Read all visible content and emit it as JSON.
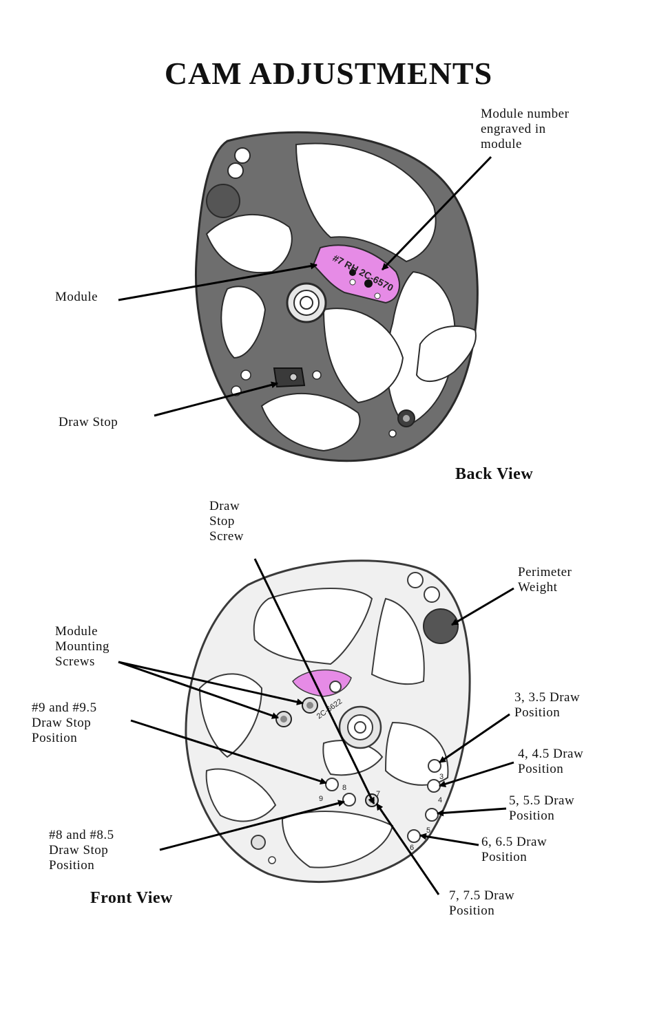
{
  "title": "CAM ADJUSTMENTS",
  "back_view": {
    "heading": "Back View",
    "module_engraving": "#7 RH 2C-6570",
    "labels": {
      "module_number": "Module number\nengraved in\nmodule",
      "module": "Module",
      "draw_stop": "Draw Stop"
    }
  },
  "front_view": {
    "heading": "Front View",
    "module_engraving": "2C-6622",
    "hole_numbers": [
      "3",
      "4",
      "5",
      "6",
      "7",
      "8",
      "9"
    ],
    "labels": {
      "draw_stop_screw": "Draw\nStop\nScrew",
      "perimeter_weight": "Perimeter\nWeight",
      "module_mounting_screws": "Module\nMounting\nScrews",
      "pos_9": "#9 and #9.5\nDraw Stop\nPosition",
      "pos_3": "3, 3.5 Draw\nPosition",
      "pos_4": "4, 4.5 Draw\nPosition",
      "pos_5": "5, 5.5 Draw\nPosition",
      "pos_6": "6, 6.5 Draw\nPosition",
      "pos_8": "#8 and #8.5\nDraw Stop\nPosition",
      "pos_7": "7, 7.5 Draw\nPosition"
    }
  }
}
